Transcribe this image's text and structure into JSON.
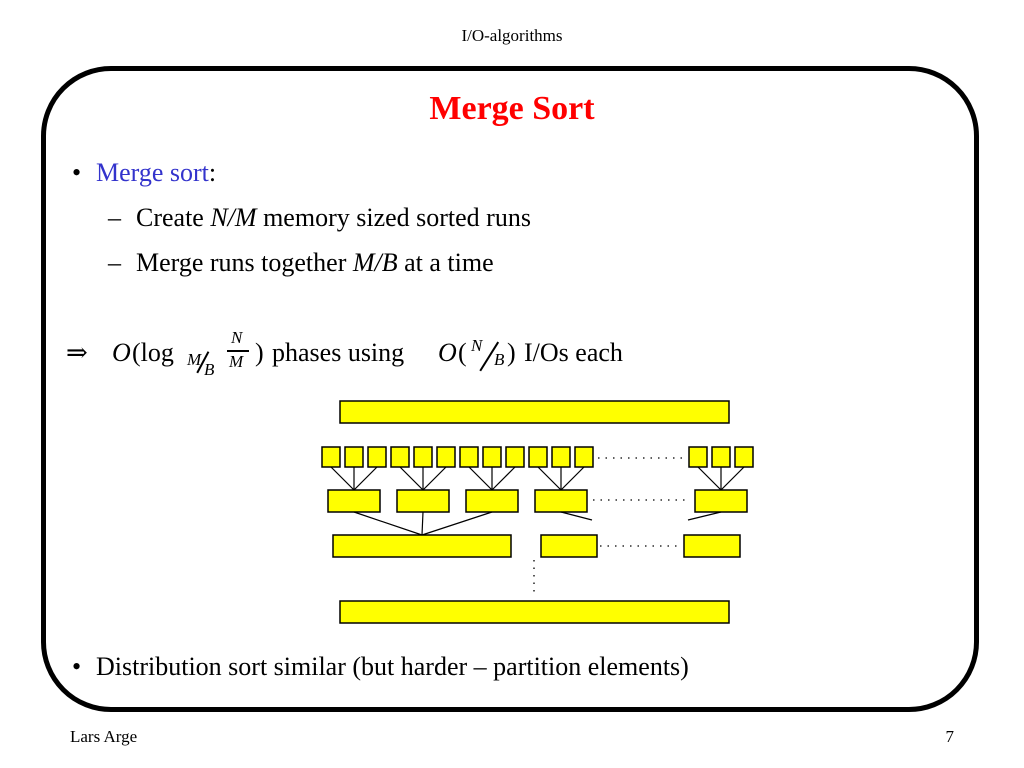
{
  "header": {
    "title": "I/O-algorithms"
  },
  "slide": {
    "title": "Merge Sort",
    "bullet1": {
      "term": "Merge sort",
      "colon": ":"
    },
    "sub1": {
      "prefix": "Create ",
      "em": "N/M",
      "suffix": " memory sized sorted runs"
    },
    "sub2": {
      "prefix": "Merge runs together ",
      "em": "M/B",
      "suffix": " at a time"
    },
    "formula": {
      "arrow": "⇒",
      "o1": "O",
      "log_open": "(log",
      "base_m": "M",
      "base_b": "B",
      "frac_n": "N",
      "frac_m": "M",
      "close1": ")",
      "phases_text": "phases using",
      "o2": "O",
      "open2": "(",
      "n2": "N",
      "b2": "B",
      "close2": ")",
      "tail_text": "I/Os each"
    },
    "bullet2": "Distribution sort similar (but harder – partition elements)"
  },
  "footer": {
    "author": "Lars Arge",
    "page": "7"
  },
  "colors": {
    "title": "#ff0000",
    "term": "#3333cc",
    "box_fill": "#ffff00",
    "box_stroke": "#000000"
  }
}
